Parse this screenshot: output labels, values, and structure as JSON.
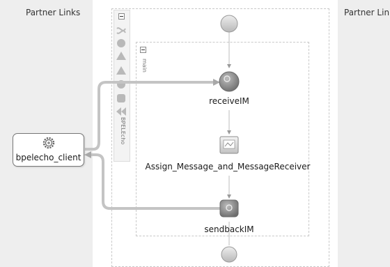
{
  "lanes": {
    "left_title": "Partner Links",
    "right_title": "Partner Links"
  },
  "scopes": {
    "outer_label": "BPELEcho",
    "inner_label": "main"
  },
  "palette": [
    "flow-icon",
    "circle-icon",
    "triangle-icon",
    "triangle-icon",
    "circle-icon",
    "square-icon",
    "rewind-icon"
  ],
  "activities": {
    "receive_label": "receiveIM",
    "assign_label": "Assign_Message_and_MessageReceiver",
    "send_label": "sendbackIM"
  },
  "partner_link": {
    "label": "bpelecho_client",
    "icon": "gear-icon"
  },
  "colors": {
    "activity_gray": "#8c8c8c",
    "link_line": "#c4c4c4",
    "lane_bg": "#eeeeee"
  }
}
